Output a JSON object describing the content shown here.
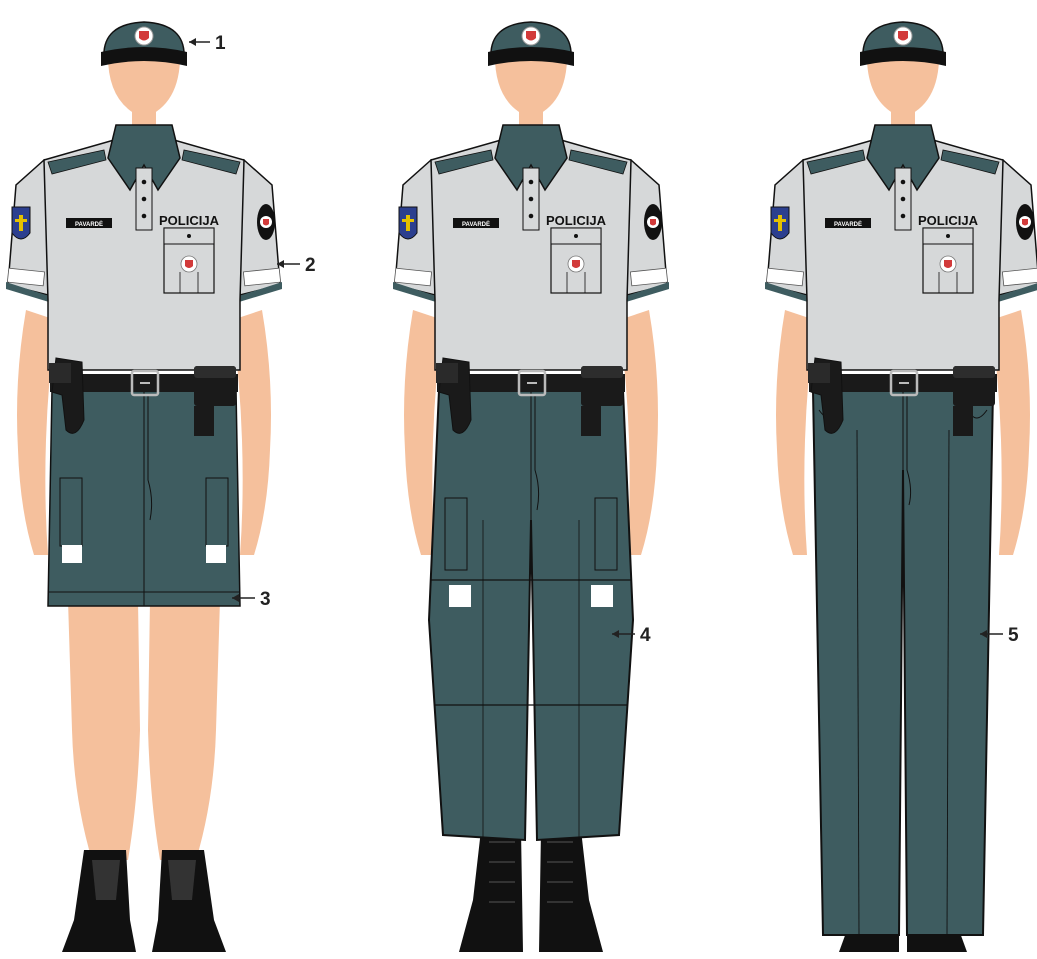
{
  "figures": [
    {
      "id": "skirt-uniform",
      "name_tag": "PAVARDĖ",
      "chest_label": "POLICIJA",
      "lower_garment": "skirt",
      "callouts": [
        "1",
        "2",
        "3"
      ]
    },
    {
      "id": "cargo-trousers-uniform",
      "name_tag": "PAVARDĖ",
      "chest_label": "POLICIJA",
      "lower_garment": "cargo-trousers",
      "callouts": [
        "4"
      ]
    },
    {
      "id": "dress-trousers-uniform",
      "name_tag": "PAVARDĖ",
      "chest_label": "POLICIJA",
      "lower_garment": "straight-trousers",
      "callouts": [
        "5"
      ]
    }
  ],
  "colors": {
    "skin": "#f5c09c",
    "shirt": "#d6d8d9",
    "uniform_green": "#3e5c60",
    "outline": "#111111",
    "black": "#1a1a1a",
    "reflective": "#ffffff",
    "badge_red": "#d23a3a"
  }
}
